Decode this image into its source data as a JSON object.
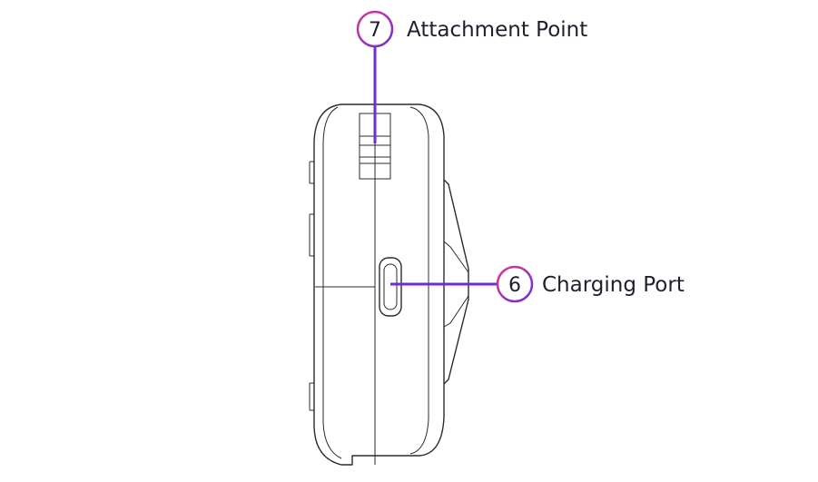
{
  "callouts": [
    {
      "number": "7",
      "label": "Attachment Point"
    },
    {
      "number": "6",
      "label": "Charging Port"
    }
  ],
  "colors": {
    "leader_line": "#6a2fd8",
    "badge_gradient_start": "#e0368f",
    "badge_gradient_end": "#6a2fd8",
    "text": "#1f1f2e",
    "outline": "#2b2b2b"
  }
}
